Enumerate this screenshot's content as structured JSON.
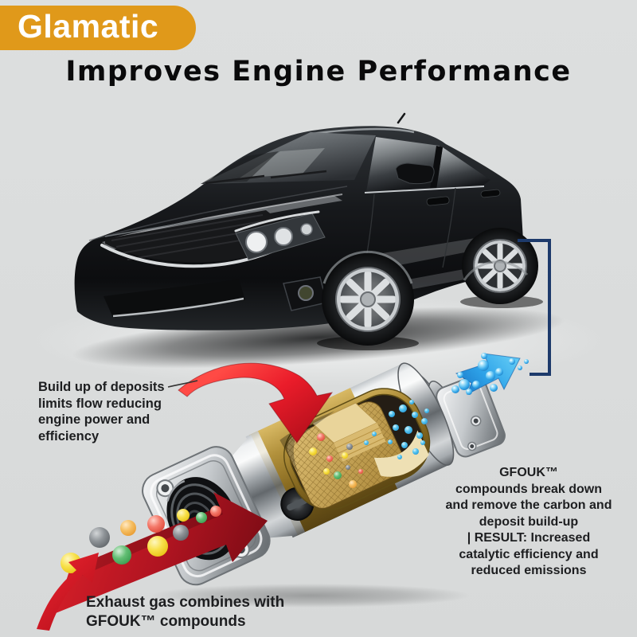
{
  "logo": {
    "label": "Glamatic",
    "bg": "#e0991a",
    "fg": "#ffffff"
  },
  "title": {
    "text": "Improves Engine Performance",
    "color": "#0a0a0b"
  },
  "annotations": {
    "deposits": {
      "lines": [
        "Build up of deposits",
        "limits flow reducing",
        "engine power and",
        "efficiency"
      ]
    },
    "result": {
      "lines": [
        "GFOUK™",
        "compounds break down",
        "and remove the carbon and",
        "deposit build-up",
        "| RESULT: Increased",
        "catalytic efficiency and",
        "reduced emissions"
      ]
    },
    "exhaust": {
      "lines": [
        "Exhaust gas combines with",
        "GFOUK™ compounds"
      ]
    }
  },
  "diagram": {
    "car": "black sedan, front three-quarter view",
    "converter": "catalytic converter cutaway with honeycomb substrate",
    "icons": {
      "red_curved_arrow": "deposit-flow-arrow",
      "exhaust_ribbon": "exhaust-gas-arrow",
      "swoosh_arrow": "exhaust-inflow-arrow",
      "blue_arrow": "clean-emissions-arrow",
      "connector": "car-to-converter-line"
    },
    "colors": {
      "accent_red": "#e01e29",
      "ribbon_red": "#b01421",
      "clean_blue": "#2da2e8",
      "navy_connector": "#1d3a6b",
      "gold": "#a98a33",
      "honeycomb": "#caa559",
      "background": "#dcdede"
    }
  }
}
